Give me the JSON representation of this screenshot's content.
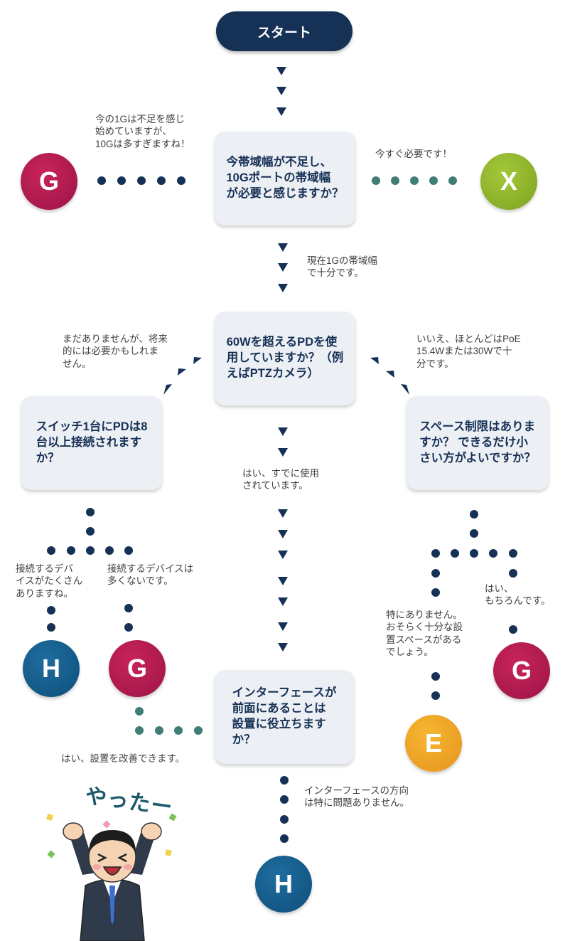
{
  "start": {
    "label": "スタート"
  },
  "questions": {
    "q1": "今帯域幅が不足し、\n10Gポートの帯域幅\nが必要と感じますか？",
    "q2": "60Wを超えるPDを使\n用していますか？（例\nえばPTZカメラ）",
    "q3": "スイッチ1台にPDは8\n台以上接続されます\nか？",
    "q4": "スペース制限はありま\nすか？ できるだけ小\nさい方がよいですか？",
    "q5": "インターフェースが\n前面にあることは\n設置に役立ちます\nか？"
  },
  "answers": {
    "a_q1_left": "今の1Gは不足を感じ\n始めていますが、\n10Gは多すぎますね！",
    "a_q1_right": "今すぐ必要です！",
    "a_q1_down": "現在1Gの帯域幅\nで十分です。",
    "a_q2_left": "まだありませんが、将来\n的には必要かもしれま\nせん。",
    "a_q2_right": "いいえ、ほとんどはPoE\n15.4Wまたは30Wで十\n分です。",
    "a_q2_down": "はい、すでに使用\nされています。",
    "a_q3_left": "接続するデバ\nイスがたくさん\nありますね。",
    "a_q3_right": "接続するデバイスは\n多くないです。",
    "a_q4_left": "特にありません。\nおそらく十分な設\n置スペースがある\nでしょう。",
    "a_q4_right": "はい、\nもちろんです。",
    "a_q5_left": "はい、設置を改善できます。",
    "a_q5_down": "インターフェースの方向\nは特に問題ありません。"
  },
  "results": {
    "r_g1": "G",
    "r_x": "X",
    "r_h1": "H",
    "r_g2": "G",
    "r_e": "E",
    "r_g3": "G",
    "r_h2": "H"
  },
  "illustration": {
    "caption": "やったー"
  },
  "colors": {
    "navy": "#163156",
    "box_bg": "#eceff4",
    "teal": "#3f7d76",
    "g": "#ac1a50",
    "x": "#8eb52b",
    "h": "#155d8b",
    "e": "#eea225"
  }
}
